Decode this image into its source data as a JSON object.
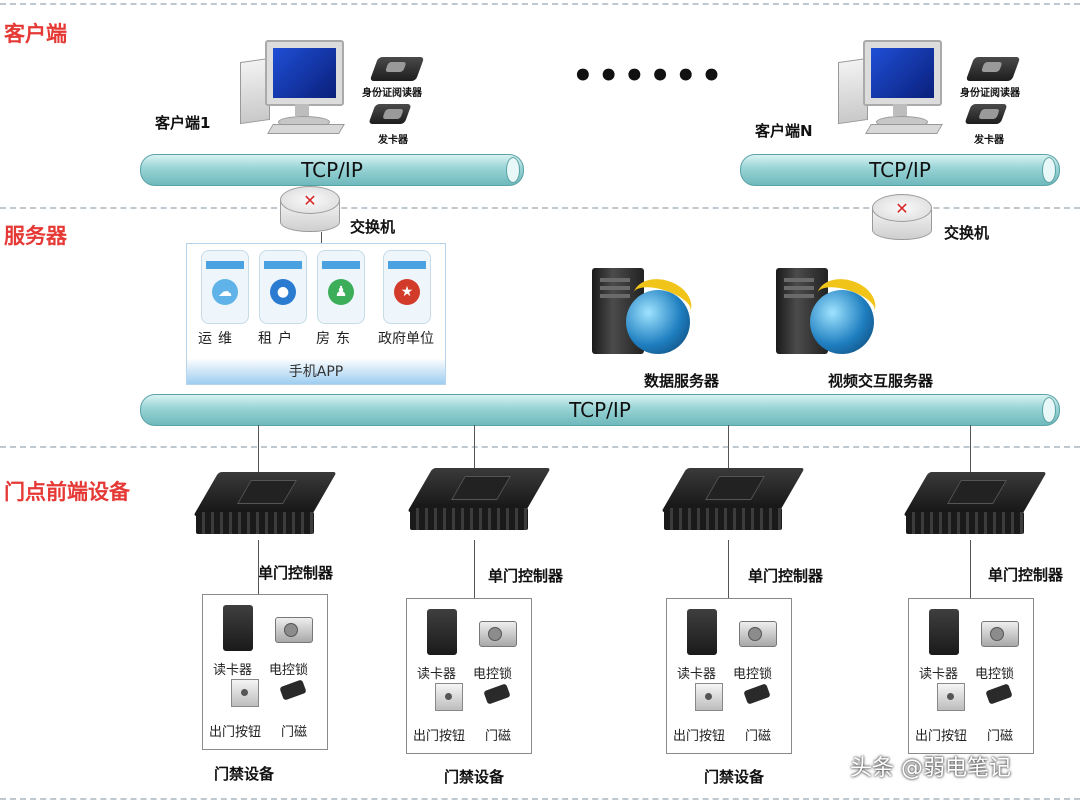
{
  "sections": {
    "client": "客户端",
    "server": "服务器",
    "front": "门点前端设备"
  },
  "client_left": {
    "name": "客户端1",
    "id_reader": "身份证阅读器",
    "card_issuer": "发卡器"
  },
  "client_right": {
    "name": "客户端N",
    "id_reader": "身份证阅读器",
    "card_issuer": "发卡器"
  },
  "ellipsis": "••••••",
  "network": {
    "tcp_left": "TCP/IP",
    "tcp_right": "TCP/IP",
    "tcp_main": "TCP/IP",
    "switch_left": "交换机",
    "switch_right": "交换机"
  },
  "app": {
    "roles": [
      "运维",
      "租户",
      "房东",
      "政府单位"
    ],
    "bar_label": "手机APP"
  },
  "servers": {
    "data": "数据服务器",
    "video": "视频交互服务器"
  },
  "controllers": [
    {
      "label": "单门控制器"
    },
    {
      "label": "单门控制器"
    },
    {
      "label": "单门控制器"
    },
    {
      "label": "单门控制器"
    }
  ],
  "door_groups": [
    {
      "reader": "读卡器",
      "lock": "电控锁",
      "exit_button": "出门按钮",
      "magnet": "门磁",
      "title": "门禁设备"
    },
    {
      "reader": "读卡器",
      "lock": "电控锁",
      "exit_button": "出门按钮",
      "magnet": "门磁",
      "title": "门禁设备"
    },
    {
      "reader": "读卡器",
      "lock": "电控锁",
      "exit_button": "出门按钮",
      "magnet": "门磁",
      "title": "门禁设备"
    },
    {
      "reader": "读卡器",
      "lock": "电控锁",
      "exit_button": "出门按钮",
      "magnet": "门磁",
      "title": ""
    }
  ],
  "watermark": "头条 @弱电笔记",
  "colors": {
    "section_label": "#e53935",
    "pipe": "#97d3d5",
    "divider": "#bfc8cf"
  }
}
